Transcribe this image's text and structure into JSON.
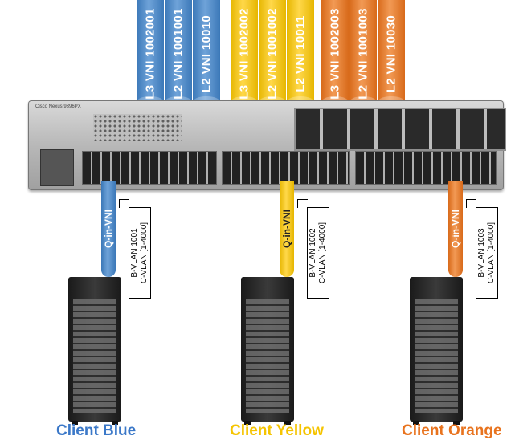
{
  "vni_cylinders": [
    {
      "label": "L3 VNI 1002001",
      "color": "blue"
    },
    {
      "label": "L2 VNI 1001001",
      "color": "blue"
    },
    {
      "label": "L2 VNI 10010",
      "color": "blue"
    },
    {
      "label": "L3 VNI 1002002",
      "color": "yellow"
    },
    {
      "label": "L2 VNI 1001002",
      "color": "yellow"
    },
    {
      "label": "L2 VNI 10011",
      "color": "yellow"
    },
    {
      "label": "L3 VNI 1002003",
      "color": "orange"
    },
    {
      "label": "L2 VNI 1001003",
      "color": "orange"
    },
    {
      "label": "L2 VNI 10030",
      "color": "orange"
    }
  ],
  "switch": {
    "brand": "Cisco Nexus 9396PX"
  },
  "clients": [
    {
      "pipe_label": "Q-in-VNI",
      "b_vlan": "B-VLAN 1001",
      "c_vlan": "C-VLAN [1-4000]",
      "name": "Client Blue",
      "color": "#3b78c8"
    },
    {
      "pipe_label": "Q-in-VNI",
      "b_vlan": "B-VLAN 1002",
      "c_vlan": "C-VLAN [1-4000]",
      "name": "Client Yellow",
      "color": "#f5c400"
    },
    {
      "pipe_label": "Q-in-VNI",
      "b_vlan": "B-VLAN 1003",
      "c_vlan": "C-VLAN [1-4000]",
      "name": "Client Orange",
      "color": "#e8731e"
    }
  ]
}
